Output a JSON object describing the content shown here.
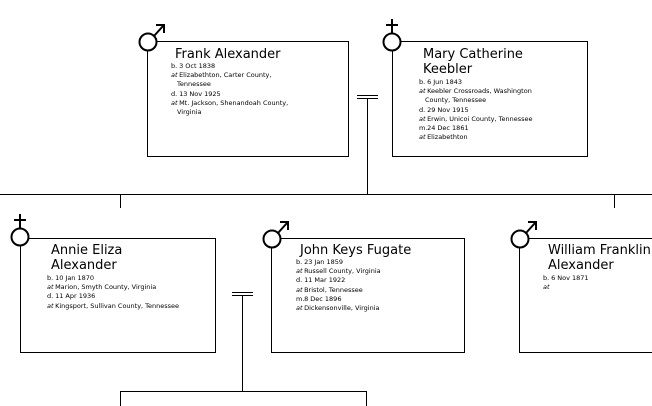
{
  "people": [
    {
      "id": "frank",
      "sex": "male",
      "name_lines": [
        "Frank Alexander"
      ],
      "facts": [
        {
          "k": "b.",
          "v": "3 Oct 1838"
        },
        {
          "k": "at",
          "v": "Elizabethton, Carter County,"
        },
        {
          "k": "",
          "v": "Tennessee"
        },
        {
          "k": "d.",
          "v": "13 Nov 1925"
        },
        {
          "k": "at",
          "v": "Mt. Jackson, Shenandoah County,"
        },
        {
          "k": "",
          "v": "Virginia"
        }
      ]
    },
    {
      "id": "mary",
      "sex": "female",
      "name_lines": [
        "Mary Catherine",
        "Keebler"
      ],
      "facts": [
        {
          "k": "b.",
          "v": "6 Jun 1843"
        },
        {
          "k": "at",
          "v": "Keebler Crossroads, Washington"
        },
        {
          "k": "",
          "v": "County, Tennessee"
        },
        {
          "k": "d.",
          "v": "29 Nov 1915"
        },
        {
          "k": "at",
          "v": "Erwin, Unicoi County, Tennessee"
        },
        {
          "k": "m.",
          "v": "24 Dec 1861"
        },
        {
          "k": "at",
          "v": "Elizabethton"
        }
      ]
    },
    {
      "id": "annie",
      "sex": "female",
      "name_lines": [
        "Annie Eliza",
        "Alexander"
      ],
      "facts": [
        {
          "k": "b.",
          "v": "10 Jan 1870"
        },
        {
          "k": "at",
          "v": "Marion, Smyth County, Virginia"
        },
        {
          "k": "d.",
          "v": "11 Apr 1936"
        },
        {
          "k": "at",
          "v": "Kingsport, Sullivan County, Tennessee"
        }
      ]
    },
    {
      "id": "john",
      "sex": "male",
      "name_lines": [
        "John Keys Fugate"
      ],
      "facts": [
        {
          "k": "b.",
          "v": "23 Jan 1859"
        },
        {
          "k": "at",
          "v": "Russell County, Virginia"
        },
        {
          "k": "d.",
          "v": "11 Mar 1922"
        },
        {
          "k": "at",
          "v": "Bristol, Tennessee"
        },
        {
          "k": "m.",
          "v": "8 Dec 1896"
        },
        {
          "k": "at",
          "v": "Dickensonville, Virginia"
        }
      ]
    },
    {
      "id": "william",
      "sex": "male",
      "name_lines": [
        "William Franklin",
        "Alexander"
      ],
      "facts": [
        {
          "k": "b.",
          "v": "6 Nov 1871"
        },
        {
          "k": "at",
          "v": ""
        }
      ]
    }
  ]
}
